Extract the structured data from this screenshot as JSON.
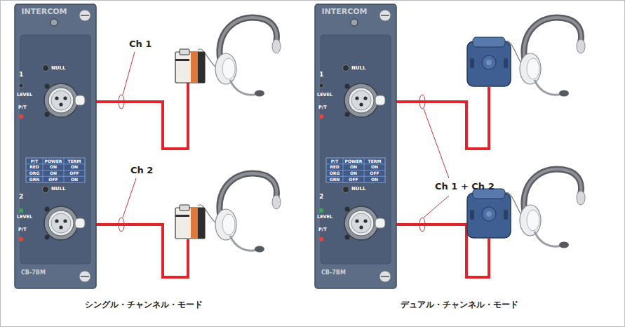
{
  "diagram": {
    "labels": [
      "INTERCOM",
      "NULL",
      "1",
      "LEVEL",
      "P/T",
      "P/T",
      "POWER",
      "TERM",
      "RED",
      "ON",
      "ON",
      "ORG",
      "ON",
      "OFF",
      "GRN",
      "OFF",
      "ON",
      "NULL",
      "2",
      "LEVEL",
      "P/T",
      "CB-7BM",
      "INTERCOM",
      "NULL",
      "1",
      "LEVEL",
      "P/T",
      "P/T",
      "POWER",
      "TERM",
      "RED",
      "ON",
      "ON",
      "ORG",
      "ON",
      "OFF",
      "GRN",
      "OFF",
      "ON",
      "NULL",
      "2",
      "LEVEL",
      "P/T",
      "CB-7BM",
      "Ch 1",
      "Ch 2",
      "Ch 1 + Ch 2",
      "シングル・チャンネル・モード",
      "デュアル・チャンネル・モード"
    ]
  }
}
